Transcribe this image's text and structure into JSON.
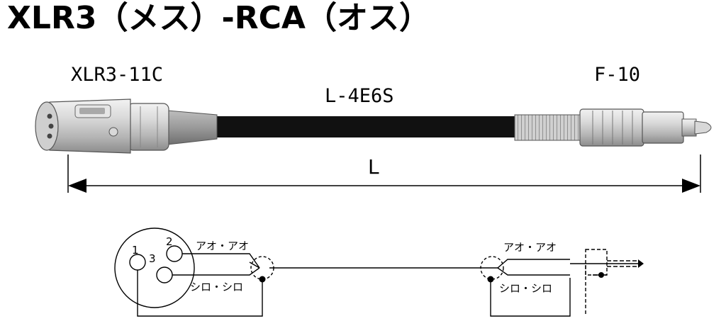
{
  "title": "XLR3（メス）-RCA（オス）",
  "connectors": {
    "left_model": "XLR3-11C",
    "cable_model": "L-4E6S",
    "right_model": "F-10"
  },
  "dimension": {
    "length_label": "L"
  },
  "wiring": {
    "pin_1": "1",
    "pin_2": "2",
    "pin_3": "3",
    "left_hot_label": "アオ・アオ",
    "left_cold_label": "シロ・シロ",
    "right_hot_label": "アオ・アオ",
    "right_cold_label": "シロ・シロ"
  }
}
